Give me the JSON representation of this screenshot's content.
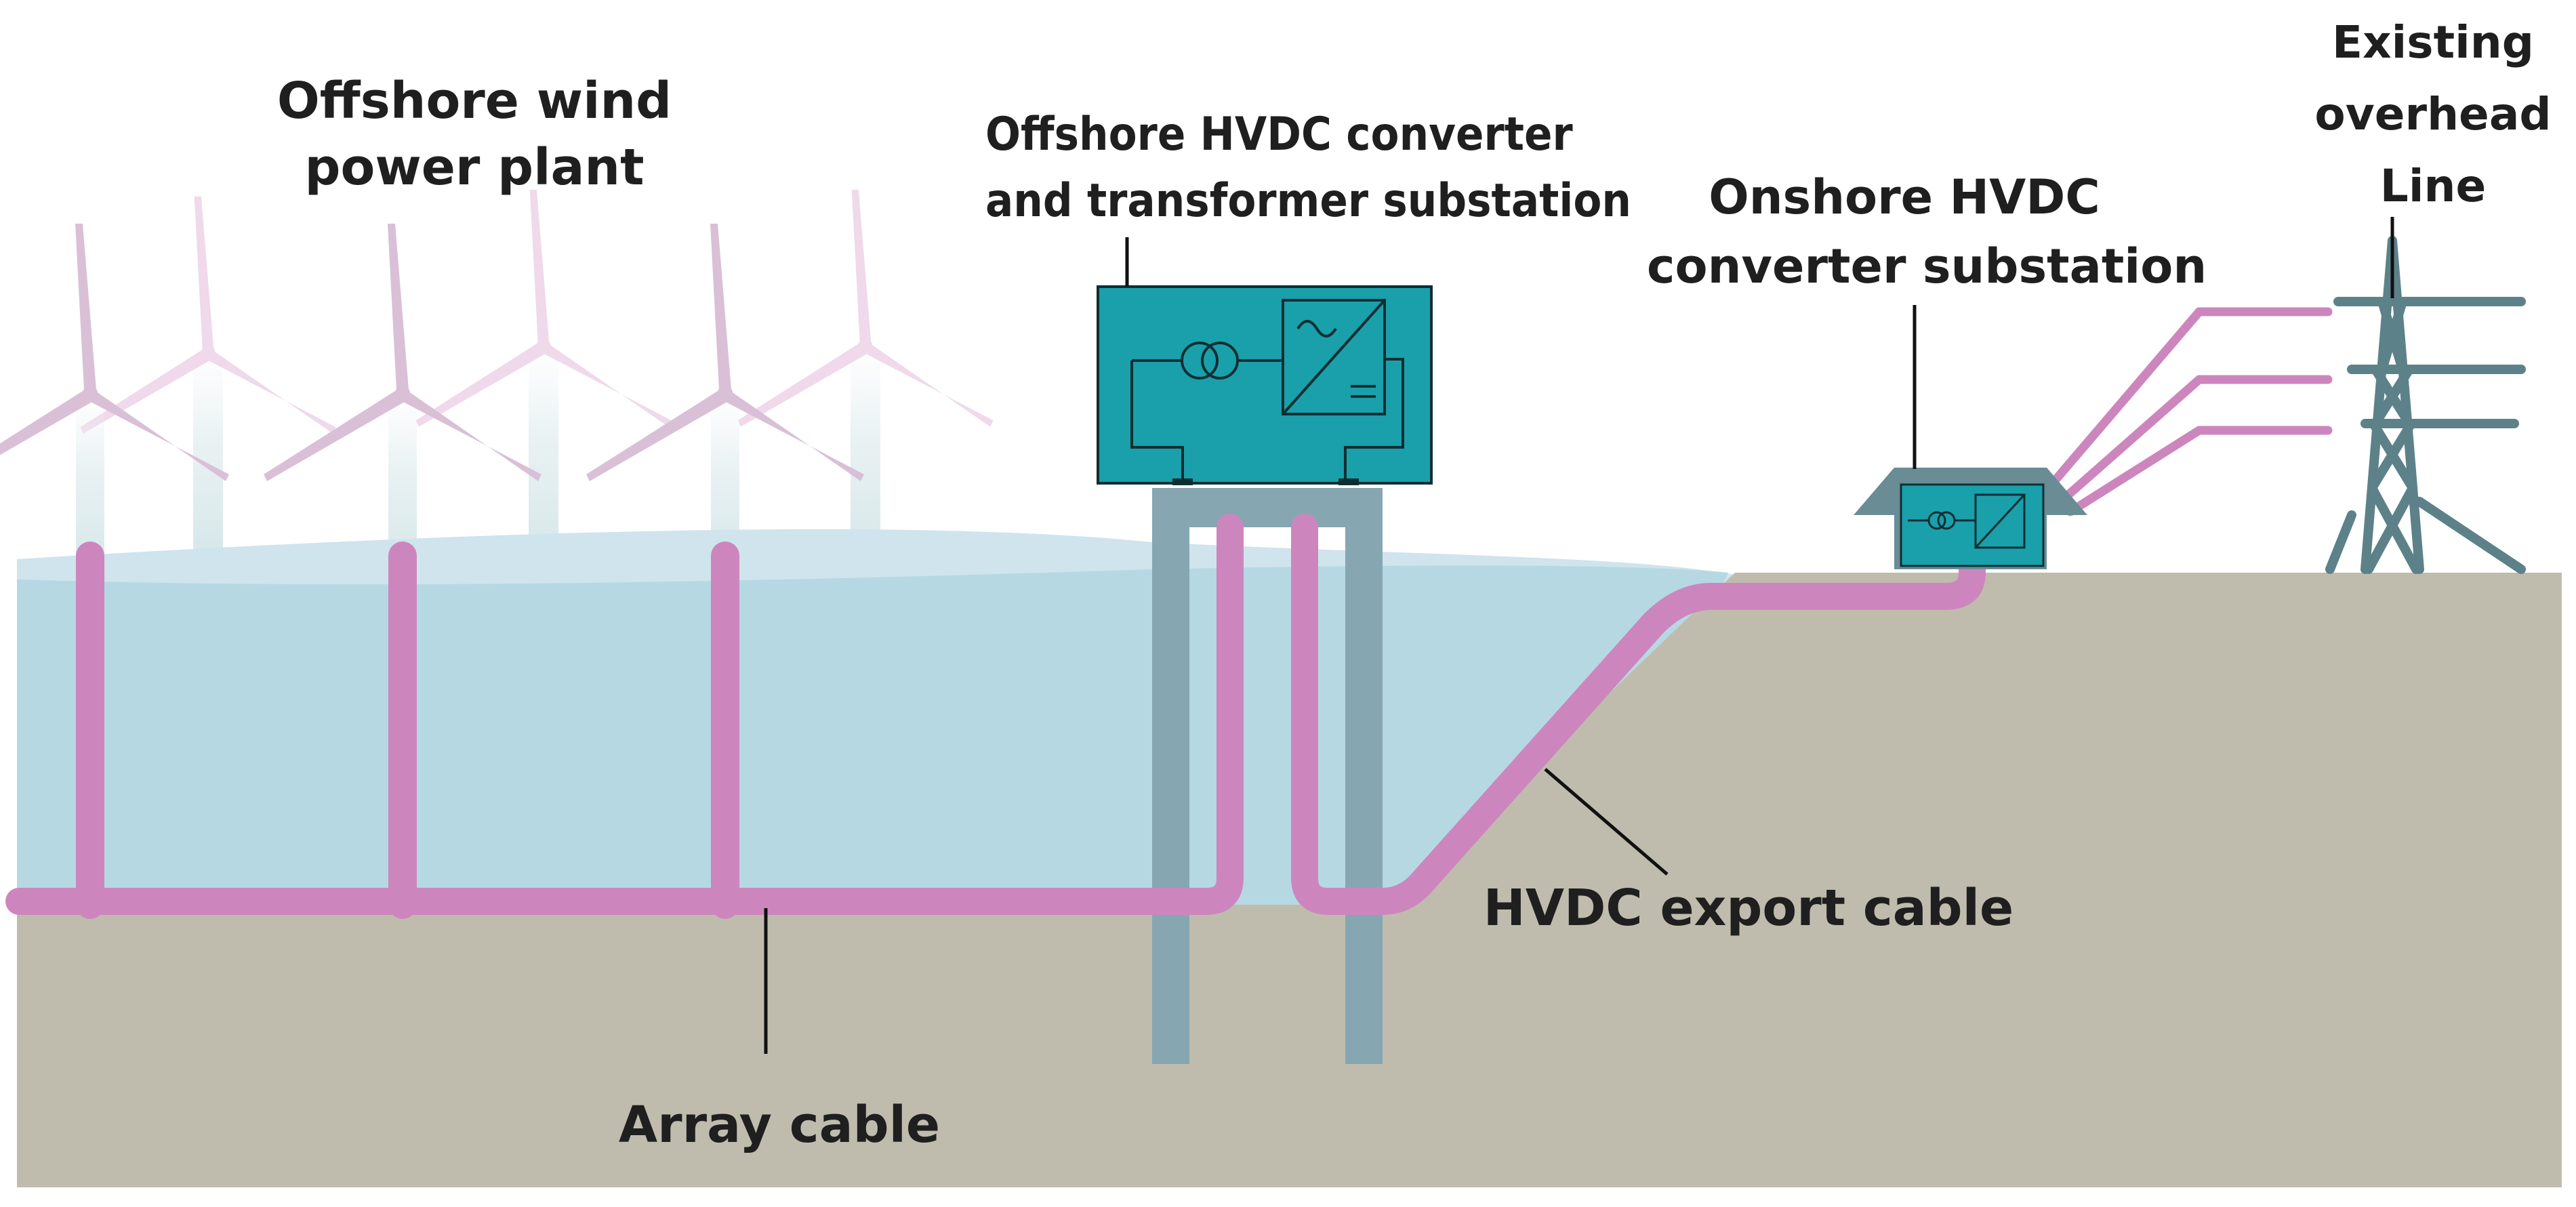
{
  "labels": {
    "offshore_plant": [
      "Offshore wind",
      "power plant"
    ],
    "offshore_substation": [
      "Offshore HVDC converter",
      "and transformer substation"
    ],
    "onshore_substation": [
      "Onshore HVDC",
      "converter substation"
    ],
    "overhead_line": [
      "Existing",
      "overhead",
      "Line"
    ],
    "export_cable": "HVDC export cable",
    "array_cable": "Array cable"
  },
  "colors": {
    "sea": "#b6d8e2",
    "sea_horizon": "#cfe4ec",
    "seabed": "#bfbcae",
    "cable": "#cd86bd",
    "substation": "#1aa0aa",
    "platform": "#86a6b2",
    "pylon": "#5d8189",
    "turbine": "#d9c0d6",
    "turbine_faded": "#efd9ea"
  },
  "icons": {
    "transformer": "transformer-icon",
    "converter": "ac-dc-converter-icon",
    "pylon": "transmission-tower-icon",
    "turbine": "wind-turbine-icon"
  }
}
